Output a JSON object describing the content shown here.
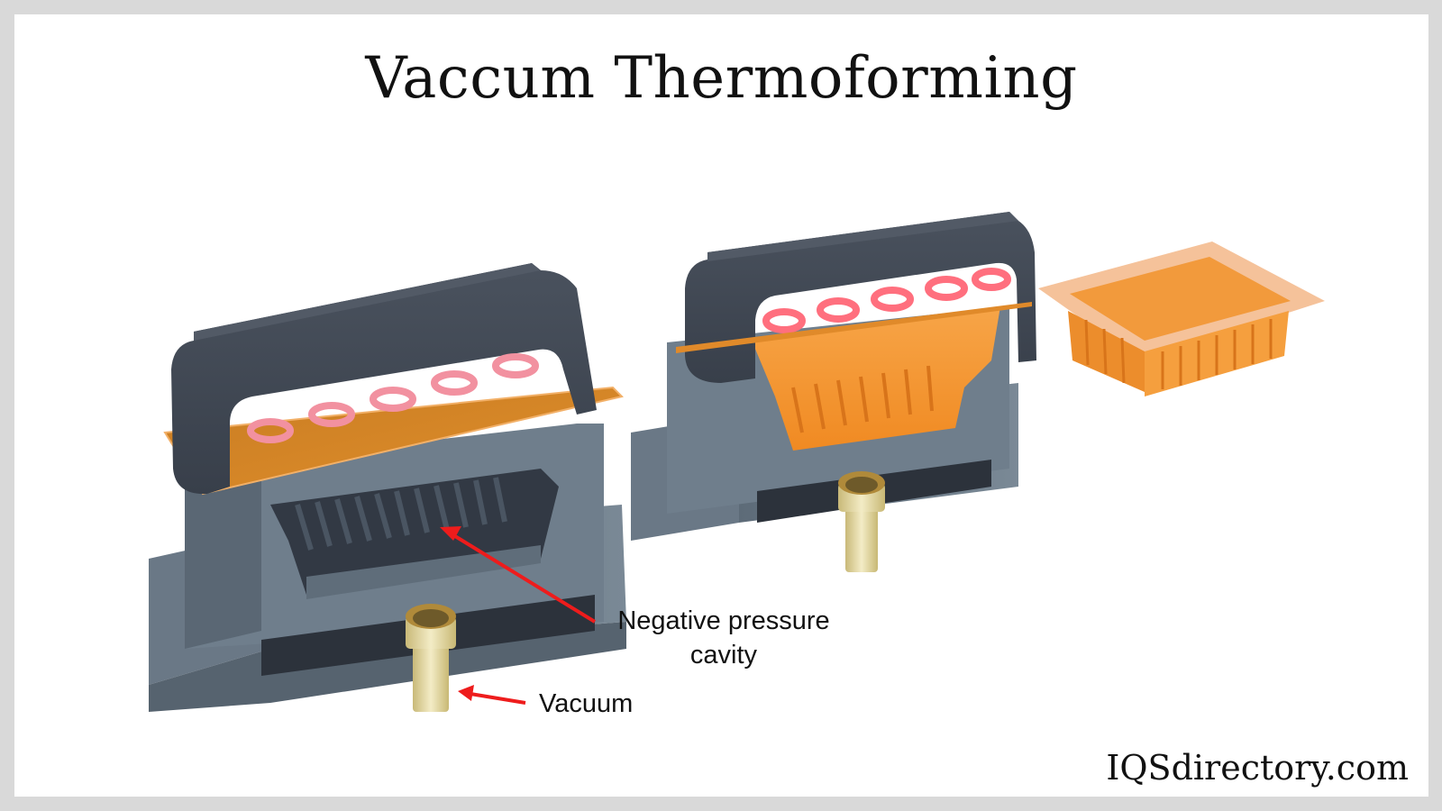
{
  "title": "Vaccum Thermoforming",
  "labels": {
    "negative_pressure_line1": "Negative pressure",
    "negative_pressure_line2": "cavity",
    "vacuum": "Vacuum"
  },
  "brand": "IQSdirectory.com",
  "components": [
    {
      "name": "left-machine",
      "parts": [
        "heater-hood",
        "heating-coils",
        "plastic-sheet",
        "mold-cavity",
        "vacuum-port"
      ]
    },
    {
      "name": "right-machine",
      "parts": [
        "heater-hood",
        "heating-coils",
        "formed-plastic",
        "mold",
        "vacuum-port"
      ]
    },
    {
      "name": "finished-tray"
    }
  ],
  "colors": {
    "frame": "#d9d9d9",
    "background": "#ffffff",
    "hood": "#3f4753",
    "mold": "#6f7e8c",
    "mold_dark": "#333a45",
    "plastic": "#e08a2a",
    "coil": "#f08a96",
    "brass": "#e8dfb0",
    "arrow": "#ee1c1c",
    "text": "#111111"
  }
}
